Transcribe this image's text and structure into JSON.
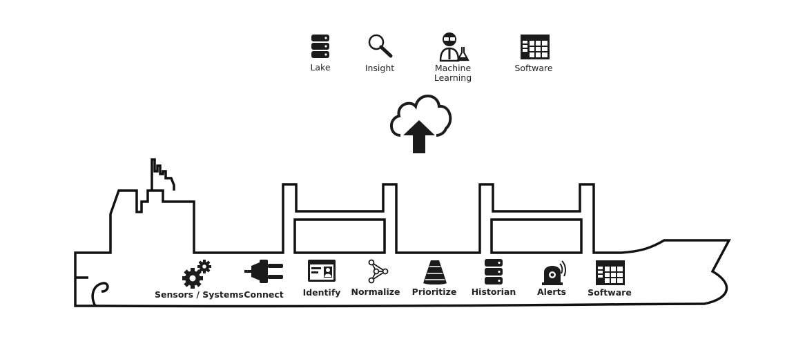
{
  "cloud_services": [
    {
      "label": "Lake",
      "icon": "database-icon"
    },
    {
      "label": "Insight",
      "icon": "magnifier-icon"
    },
    {
      "label": "Machine\nLearning",
      "icon": "scientist-icon"
    },
    {
      "label": "Software",
      "icon": "software-grid-icon"
    }
  ],
  "upload_icon": "cloud-upload-icon",
  "ship_steps": [
    {
      "label": "Sensors / Systems",
      "icon": "gears-icon"
    },
    {
      "label": "Connect",
      "icon": "plug-icon"
    },
    {
      "label": "Identify",
      "icon": "id-card-icon"
    },
    {
      "label": "Normalize",
      "icon": "share-nodes-icon"
    },
    {
      "label": "Prioritize",
      "icon": "funnel-icon"
    },
    {
      "label": "Historian",
      "icon": "database-icon"
    },
    {
      "label": "Alerts",
      "icon": "alarm-bell-icon"
    },
    {
      "label": "Software",
      "icon": "software-grid-icon"
    }
  ]
}
